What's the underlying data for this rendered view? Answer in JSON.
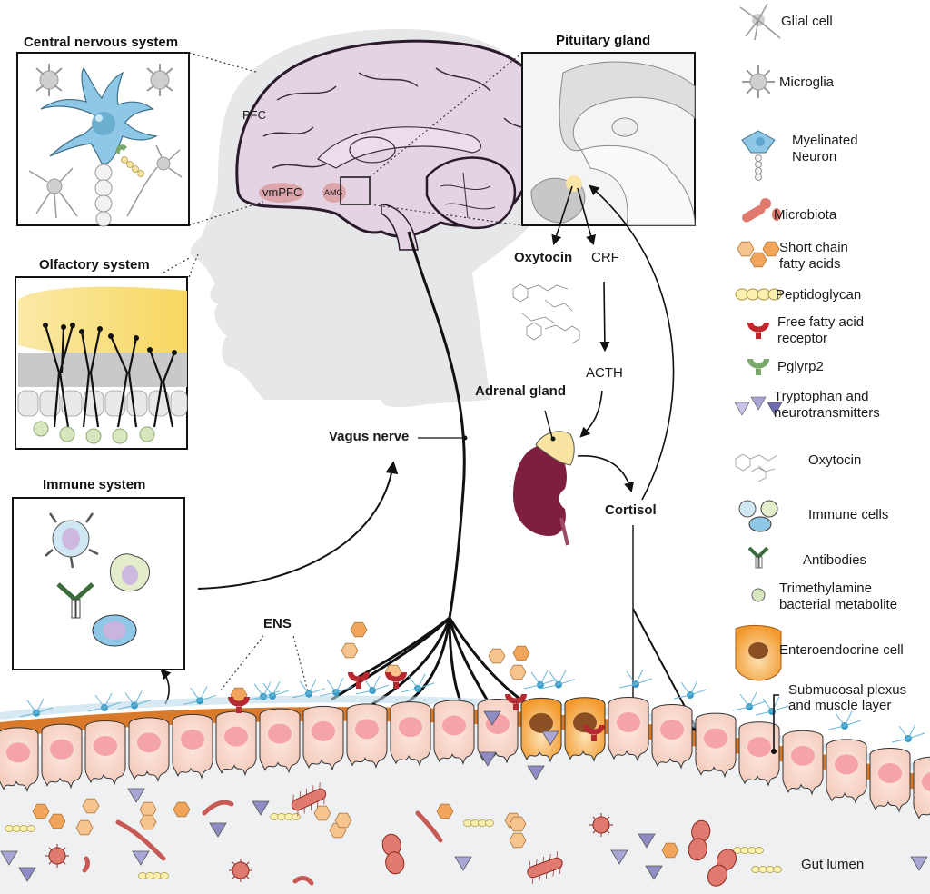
{
  "panels": {
    "cns": {
      "title": "Central nervous system"
    },
    "olfactory": {
      "title": "Olfactory system"
    },
    "immune": {
      "title": "Immune system"
    },
    "pituitary": {
      "title": "Pituitary gland"
    }
  },
  "brain_labels": {
    "pfc": "PFC",
    "vmpfc": "vmPFC",
    "amg": "AMG"
  },
  "pathway_labels": {
    "oxytocin": "Oxytocin",
    "crf": "CRF",
    "acth": "ACTH",
    "adrenal_gland": "Adrenal gland",
    "cortisol": "Cortisol",
    "vagus_nerve": "Vagus nerve",
    "ens": "ENS",
    "gut_lumen": "Gut lumen",
    "submucosal": "Submucosal plexus\nand muscle layer"
  },
  "legend": [
    {
      "icon": "glial-cell-icon",
      "label": "Glial cell"
    },
    {
      "icon": "microglia-icon",
      "label": "Microglia"
    },
    {
      "icon": "myelinated-neuron-icon",
      "label": "Myelinated\nNeuron"
    },
    {
      "icon": "microbiota-icon",
      "label": "Microbiota"
    },
    {
      "icon": "short-chain-fatty-acids-icon",
      "label": "Short chain\nfatty acids"
    },
    {
      "icon": "peptidoglycan-icon",
      "label": "Peptidoglycan"
    },
    {
      "icon": "free-fatty-acid-receptor-icon",
      "label": "Free fatty acid\nreceptor"
    },
    {
      "icon": "pglyrp2-icon",
      "label": "Pglyrp2"
    },
    {
      "icon": "tryptophan-icon",
      "label": "Tryptophan and\nneurotransmitters"
    },
    {
      "icon": "oxytocin-molecule-icon",
      "label": "Oxytocin"
    },
    {
      "icon": "immune-cells-icon",
      "label": "Immune cells"
    },
    {
      "icon": "antibodies-icon",
      "label": "Antibodies"
    },
    {
      "icon": "trimethylamine-icon",
      "label": "Trimethylamine\nbacterial metabolite"
    },
    {
      "icon": "enteroendocrine-cell-icon",
      "label": "Enteroendocrine cell"
    }
  ],
  "colors": {
    "head": "#e6e7e8",
    "brain": "#e3d3e3",
    "neuron": "#8ec8e6",
    "scfa": "#f7c48f",
    "scfa_dark": "#f0a55a",
    "receptor": "#c0272d",
    "pglyrp2": "#7aa86b",
    "tryptophan": "#8f8cc4",
    "kidney": "#7e1f3f",
    "adrenal": "#f8e4a0",
    "epithelium": "#f9dcd0",
    "nucleus": "#f4a3a8",
    "muscle": "#d9792a",
    "eec": "#f5a03b",
    "lumen": "#eef0f2",
    "bacteria": "#e07a6e",
    "tma": "#d8e6c0"
  }
}
